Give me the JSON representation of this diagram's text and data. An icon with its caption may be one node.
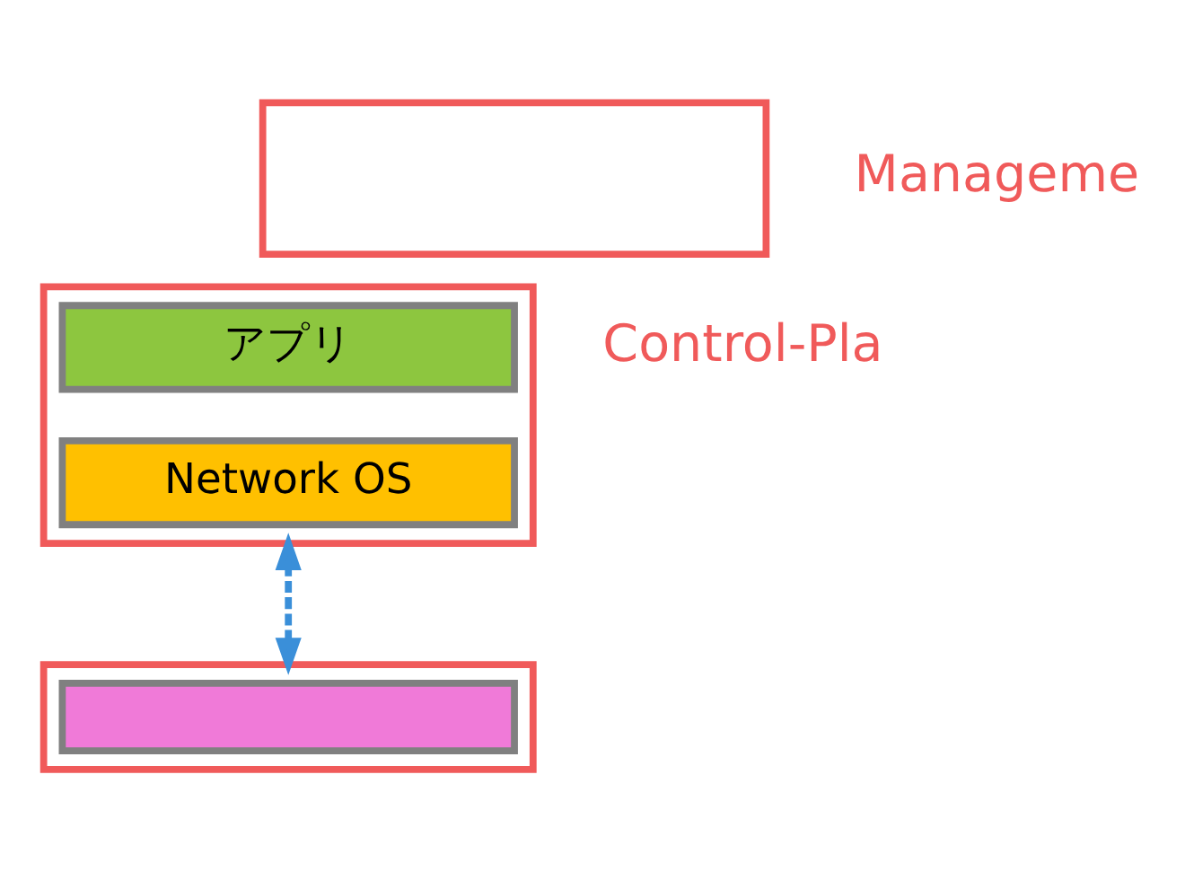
{
  "diagram": {
    "nodes": [
      {
        "text": [],
        "shape": "box",
        "beside": [
          "Manageme"
        ]
      },
      {
        "text": [],
        "shape": "box",
        "beside": [
          "Control-Pla"
        ]
      },
      {
        "text": [
          "アプリ"
        ],
        "in": 1
      },
      {
        "text": [
          "Network OS"
        ],
        "in": 1
      },
      {
        "text": [],
        "shape": "box"
      },
      {
        "text": [],
        "shape": "box",
        "in": 4
      }
    ],
    "edges": [
      {
        "from": 1,
        "to": 4,
        "arrow": "both",
        "style": "dashed",
        "color": "#3a8fd9"
      }
    ]
  }
}
